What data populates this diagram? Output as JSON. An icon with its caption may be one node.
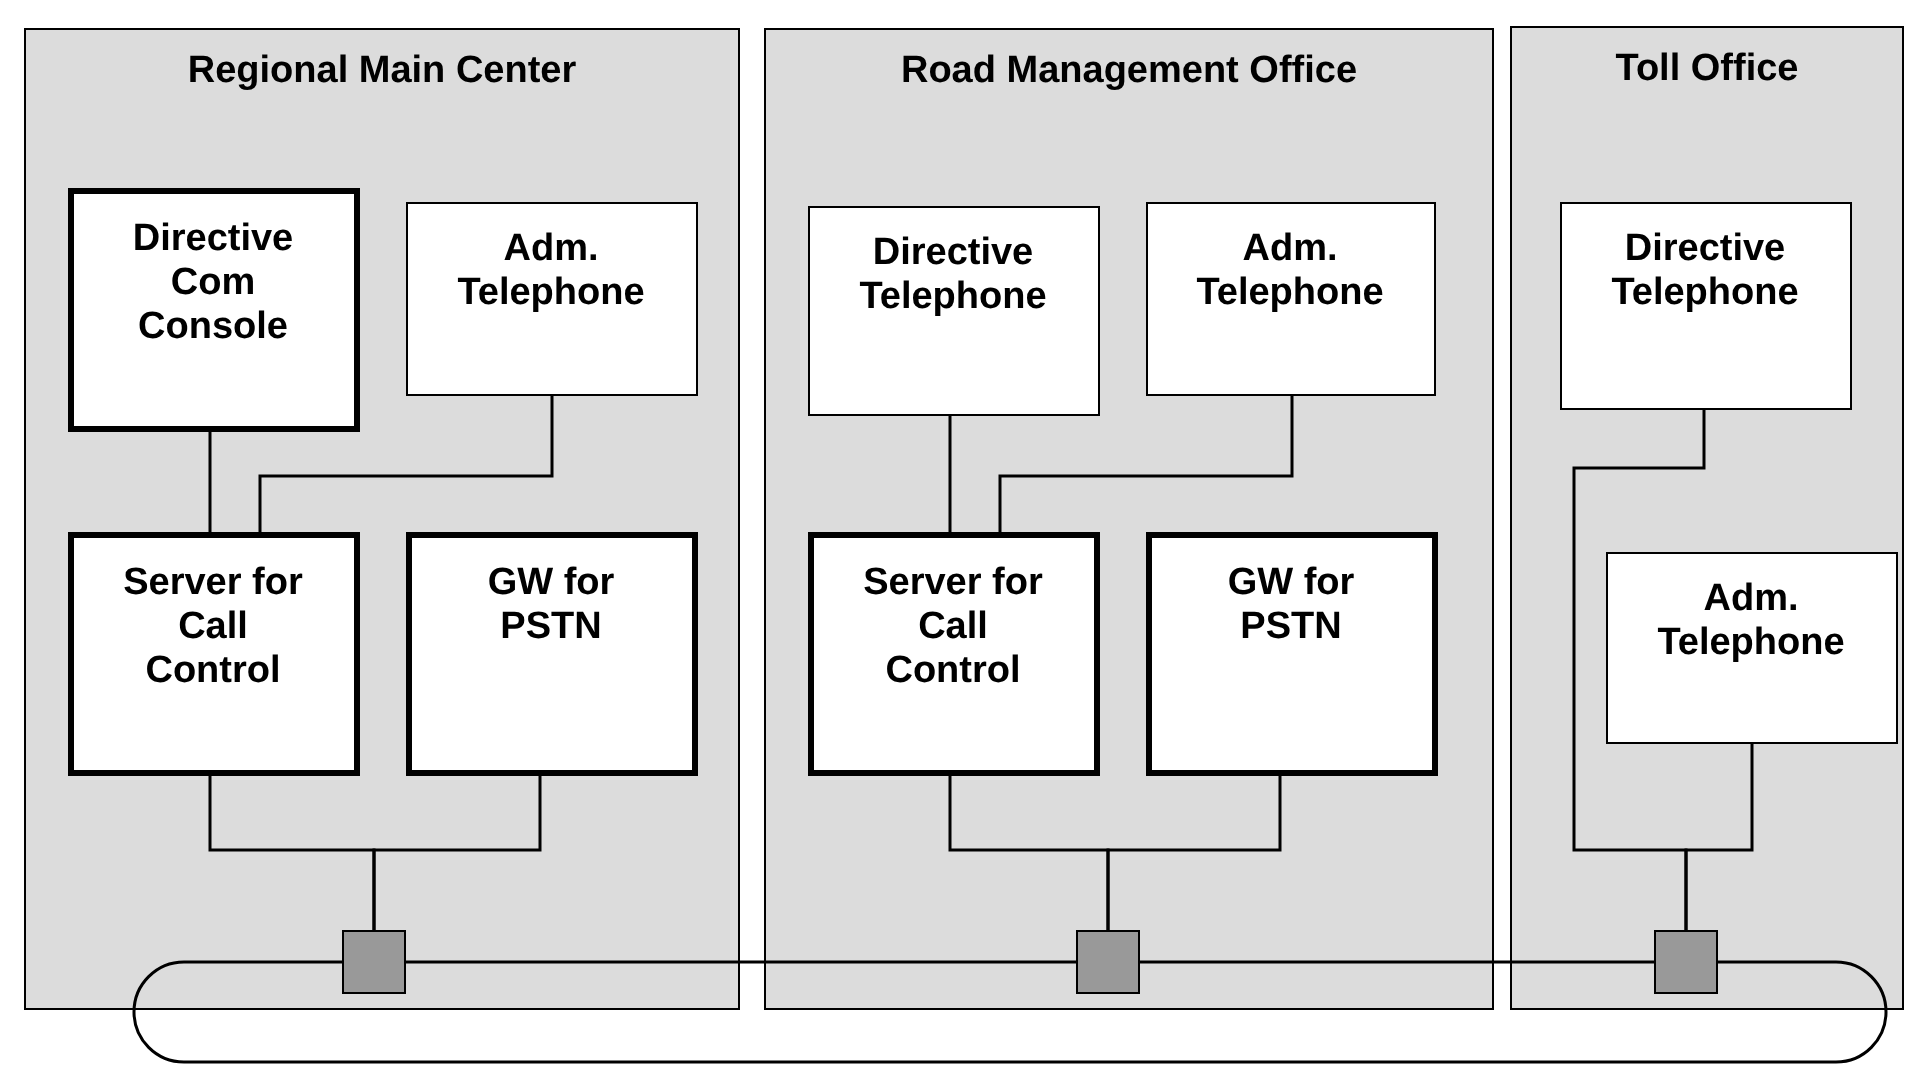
{
  "diagram": {
    "nodes": [
      {
        "text": [
          "Regional Main Center"
        ]
      },
      {
        "text": [
          "Directive Com Console"
        ],
        "in": 0
      },
      {
        "text": [
          "Adm. Telephone"
        ],
        "in": 0
      },
      {
        "text": [
          "Server for Call Control"
        ],
        "in": 0
      },
      {
        "text": [
          "GW for PSTN"
        ],
        "in": 0
      },
      {
        "text": [],
        "shape": "box",
        "in": 0
      },
      {
        "text": [
          "Road Management Office"
        ]
      },
      {
        "text": [
          "Directive Telephone"
        ],
        "in": 6
      },
      {
        "text": [
          "Adm. Telephone"
        ],
        "in": 6
      },
      {
        "text": [
          "Server for Call Control"
        ],
        "in": 6
      },
      {
        "text": [
          "GW for PSTN"
        ],
        "in": 6
      },
      {
        "text": [],
        "shape": "box",
        "in": 6
      },
      {
        "text": [
          "Toll Office"
        ]
      },
      {
        "text": [
          "Directive Telephone"
        ],
        "in": 12
      },
      {
        "text": [
          "Adm. Telephone"
        ],
        "in": 12
      },
      {
        "text": [],
        "shape": "box",
        "in": 12
      }
    ],
    "edges": [
      {
        "from": 1,
        "to": 3,
        "arrow": "none"
      },
      {
        "from": 2,
        "to": 3,
        "arrow": "none"
      },
      {
        "from": 3,
        "to": 5,
        "arrow": "none"
      },
      {
        "from": 4,
        "to": 5,
        "arrow": "none"
      },
      {
        "from": 7,
        "to": 9,
        "arrow": "none"
      },
      {
        "from": 8,
        "to": 9,
        "arrow": "none"
      },
      {
        "from": 9,
        "to": 11,
        "arrow": "none"
      },
      {
        "from": 10,
        "to": 11,
        "arrow": "none"
      },
      {
        "from": 13,
        "to": 15,
        "arrow": "none"
      },
      {
        "from": 14,
        "to": 15,
        "arrow": "none"
      },
      {
        "from": 5,
        "to": 11,
        "arrow": "none"
      },
      {
        "from": 11,
        "to": 15,
        "arrow": "none"
      },
      {
        "from": 15,
        "to": 5,
        "arrow": "none"
      }
    ]
  }
}
